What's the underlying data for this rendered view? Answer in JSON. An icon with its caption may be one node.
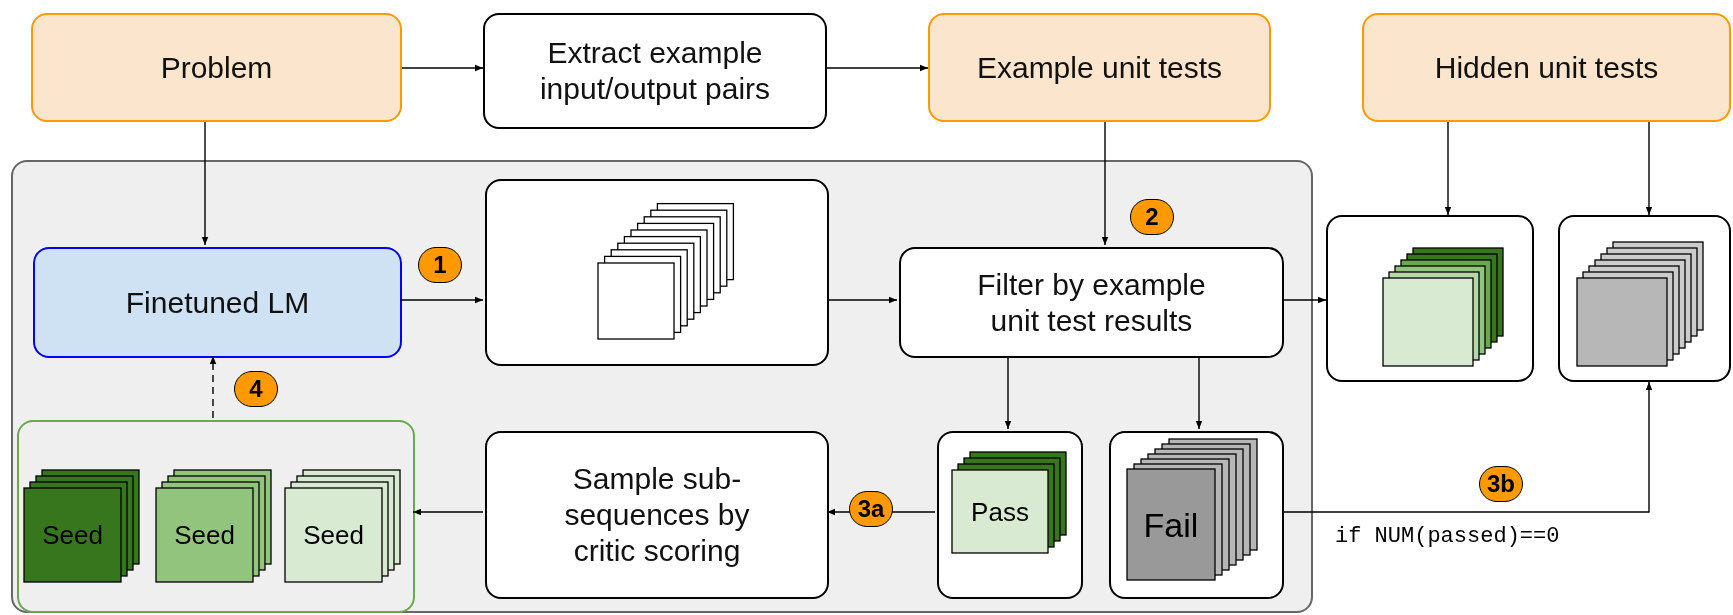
{
  "diagram": {
    "nodes": [
      {
        "text": [
          "Problem"
        ]
      },
      {
        "text": [
          "Extract example input/output pairs"
        ]
      },
      {
        "text": [
          "Example unit tests"
        ]
      },
      {
        "text": [
          "Hidden unit tests"
        ]
      },
      {
        "text": [],
        "shape": "box"
      },
      {
        "text": [
          "Finetuned LM"
        ],
        "in": 4
      },
      {
        "text": [],
        "shape": "box",
        "in": 4
      },
      {
        "text": [
          "Filter by example unit test results"
        ],
        "in": 4
      },
      {
        "text": [],
        "shape": "box"
      },
      {
        "text": [],
        "shape": "box"
      },
      {
        "text": [
          "Sample sub-sequences by critic scoring"
        ],
        "in": 4
      },
      {
        "text": [
          "Pass"
        ],
        "in": 4
      },
      {
        "text": [
          "Fail"
        ],
        "in": 4
      },
      {
        "text": [],
        "shape": "box",
        "in": 4
      },
      {
        "text": [
          "Seed"
        ],
        "in": 13
      },
      {
        "text": [
          "Seed"
        ],
        "in": 13
      },
      {
        "text": [
          "Seed"
        ],
        "in": 13
      }
    ],
    "edges": [
      {
        "from": 0,
        "to": 1,
        "arrow": "to"
      },
      {
        "from": 1,
        "to": 2,
        "arrow": "to"
      },
      {
        "from": 0,
        "to": 5,
        "arrow": "to"
      },
      {
        "from": 2,
        "to": 7,
        "arrow": "to"
      },
      {
        "from": 5,
        "to": 6,
        "arrow": "to"
      },
      {
        "from": 6,
        "to": 7,
        "arrow": "to"
      },
      {
        "from": 7,
        "to": 8,
        "arrow": "to"
      },
      {
        "from": 3,
        "to": 8,
        "arrow": "to"
      },
      {
        "from": 3,
        "to": 9,
        "arrow": "to"
      },
      {
        "from": 7,
        "to": 11,
        "arrow": "to"
      },
      {
        "from": 7,
        "to": 12,
        "arrow": "to"
      },
      {
        "from": 11,
        "to": 10,
        "arrow": "to"
      },
      {
        "from": 10,
        "to": 13,
        "arrow": "to"
      },
      {
        "from": 13,
        "to": 5,
        "arrow": "to",
        "style": "dashed"
      },
      {
        "from": 12,
        "to": 9,
        "arrow": "to",
        "label": "if NUM(passed)==0"
      }
    ],
    "labels": [
      "1",
      "2",
      "3a",
      "3b",
      "4"
    ]
  }
}
